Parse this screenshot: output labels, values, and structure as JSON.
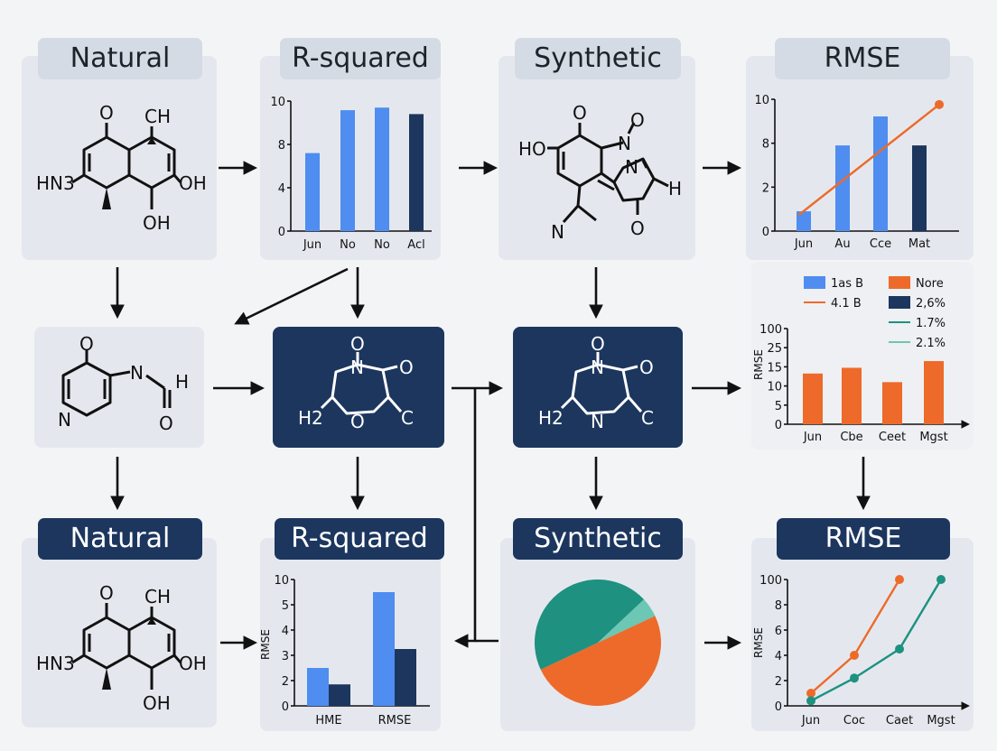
{
  "colors": {
    "bar_light": "#4f8df0",
    "bar_dark": "#1c365e",
    "orange": "#ee6a2a",
    "teal": "#1e9181",
    "teal_light": "#6cc7b4",
    "dark_box": "#1c365e",
    "panel": "#e4e8ee",
    "tag_light": "#d5dbe4"
  },
  "tags": {
    "natural_top": "Natural",
    "rsquared_top": "R-squared",
    "synthetic_top": "Synthetic",
    "rmse_top": "RMSE",
    "natural_bottom": "Natural",
    "rsquared_bottom": "R-squared",
    "synthetic_bottom": "Synthetic",
    "rmse_bottom": "RMSE"
  },
  "molecules": {
    "natural_top": {
      "o": "O",
      "ch": "CH",
      "hn3": "HN3",
      "oh1": "OH",
      "oh2": "OH"
    },
    "synthetic_top": {
      "ho": "HO",
      "o1": "O",
      "o2": "O",
      "n1": "N",
      "n2": "N",
      "h": "H",
      "o3": "O",
      "n3": "N"
    },
    "pyridine": {
      "o1": "O",
      "n": "N",
      "h": "H",
      "o2": "O",
      "n_ring": "N"
    },
    "ring_center": {
      "o1": "O",
      "n": "N",
      "o2": "O",
      "h2": "H2",
      "o_ring": "O",
      "c": "C"
    },
    "ring_right": {
      "o1": "O",
      "n": "N",
      "o2": "O",
      "h2": "H2",
      "n_ring": "N",
      "c": "C"
    },
    "natural_bottom": {
      "o": "O",
      "ch": "CH",
      "hn3": "HN3",
      "oh1": "OH",
      "oh2": "OH"
    }
  },
  "chart_data": [
    {
      "id": "rsquared_top",
      "type": "bar",
      "categories": [
        "Jun",
        "No",
        "No",
        "Acl"
      ],
      "values": [
        6,
        9.3,
        9.5,
        9
      ],
      "yticks": [
        "10",
        "8",
        "4",
        "0"
      ],
      "ylim": [
        0,
        10
      ]
    },
    {
      "id": "rmse_top",
      "type": "bar",
      "categories": [
        "Jun",
        "Au",
        "Cce",
        "Mat"
      ],
      "values": [
        1.5,
        6.5,
        8.7,
        6.5
      ],
      "line": [
        1.2,
        9.6
      ],
      "yticks": [
        "10",
        "8",
        "2",
        "0"
      ],
      "ylim": [
        0,
        10
      ]
    },
    {
      "id": "rmse_middle",
      "type": "bar",
      "categories": [
        "Jun",
        "Cbe",
        "Ceet",
        "Mgst"
      ],
      "values": [
        53,
        59,
        44,
        66
      ],
      "ylabel": "RMSE",
      "yticks": [
        "100",
        "25",
        "15",
        "10",
        "5",
        "0"
      ],
      "ylim": [
        0,
        100
      ],
      "legend": [
        {
          "label": "1as B",
          "kind": "bar",
          "color": "#4f8df0"
        },
        {
          "label": "Nore",
          "kind": "bar",
          "color": "#ee6a2a"
        },
        {
          "label": "4.1 B",
          "kind": "line",
          "color": "#ee6a2a"
        },
        {
          "label": "2,6%",
          "kind": "bar",
          "color": "#1c365e"
        },
        {
          "label": "1.7%",
          "kind": "line",
          "color": "#1e9181"
        },
        {
          "label": "2.1%",
          "kind": "line",
          "color": "#6cc7b4"
        }
      ]
    },
    {
      "id": "rsquared_bottom",
      "type": "bar",
      "categories": [
        "HME",
        "RMSE"
      ],
      "series": [
        {
          "values": [
            3,
            9
          ]
        },
        {
          "values": [
            1.7,
            4.5
          ]
        }
      ],
      "ylabel": "RMSE",
      "yticks": [
        "10",
        "5",
        "4",
        "3",
        "2",
        "0"
      ],
      "ylim": [
        0,
        10
      ]
    },
    {
      "id": "synthetic_bottom",
      "type": "pie",
      "slices": [
        {
          "value": 50,
          "color": "#ee6a2a"
        },
        {
          "value": 45,
          "color": "#1e9181"
        },
        {
          "value": 5,
          "color": "#6cc7b4"
        }
      ]
    },
    {
      "id": "rmse_bottom",
      "type": "line",
      "categories": [
        "Jun",
        "Coc",
        "Caet",
        "Mgst"
      ],
      "series": [
        {
          "color": "#ee6a2a",
          "values": [
            10,
            40,
            100
          ]
        },
        {
          "color": "#1e9181",
          "values": [
            4,
            22,
            45,
            100
          ]
        }
      ],
      "ylabel": "RMSE",
      "yticks": [
        "100",
        "8",
        "6",
        "4",
        "2",
        "0"
      ],
      "ylim": [
        0,
        100
      ]
    }
  ]
}
